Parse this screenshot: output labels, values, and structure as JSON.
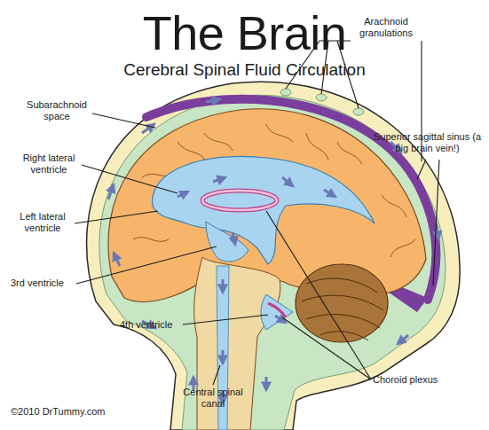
{
  "diagram": {
    "title": "The Brain",
    "caption": "Cerebral Spinal Fluid Circulation",
    "labels": [
      "Subarachnoid space",
      "Arachnoid granulations",
      "Superior sagittal sinus (a big brain vein!)",
      "Right lateral ventricle",
      "Left lateral ventricle",
      "3rd ventricle",
      "4th ventricle",
      "Choroid plexus",
      "Central spinal canal",
      "©2010 DrTummy.com"
    ]
  }
}
